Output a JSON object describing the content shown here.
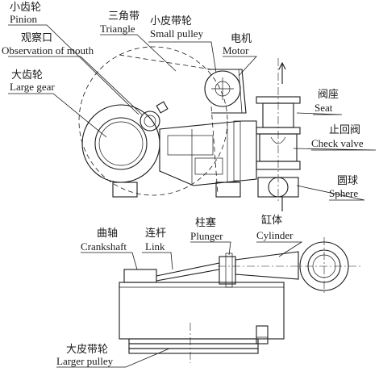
{
  "labels": {
    "pinion": {
      "cn": "小齿轮",
      "en": "Pinion"
    },
    "observation": {
      "cn": "观察口",
      "en": "Observation of mouth"
    },
    "large_gear": {
      "cn": "大齿轮",
      "en": "Large gear"
    },
    "triangle": {
      "cn": "三角带",
      "en": "Triangle"
    },
    "small_pulley": {
      "cn": "小皮带轮",
      "en": "Small pulley"
    },
    "motor": {
      "cn": "电机",
      "en": "Motor"
    },
    "seat": {
      "cn": "阀座",
      "en": "Seat"
    },
    "check_valve": {
      "cn": "止回阀",
      "en": "Check valve"
    },
    "sphere": {
      "cn": "圆球",
      "en": "Sphere"
    },
    "crankshaft": {
      "cn": "曲轴",
      "en": "Crankshaft"
    },
    "link": {
      "cn": "连杆",
      "en": "Link"
    },
    "plunger": {
      "cn": "柱塞",
      "en": "Plunger"
    },
    "cylinder": {
      "cn": "缸体",
      "en": "Cylinder"
    },
    "larger_pulley": {
      "cn": "大皮带轮",
      "en": "Larger pulley"
    }
  }
}
